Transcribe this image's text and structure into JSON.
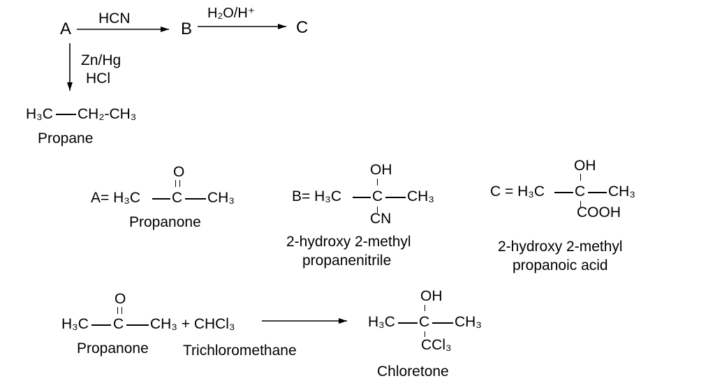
{
  "scheme": {
    "A": "A",
    "B": "B",
    "C": "C",
    "reagent_1": "HCN",
    "reagent_2": "H₂O/H⁺",
    "reagent_3_line1": "Zn/Hg",
    "reagent_3_line2": "HCl",
    "propane_formula": {
      "left": "H₃C",
      "right": "CH₂-CH₃"
    },
    "propane_name": "Propane"
  },
  "compounds": {
    "A": {
      "prefix": "A= H₃C",
      "center": "C",
      "right": "CH₃",
      "top": "O",
      "name": "Propanone"
    },
    "B": {
      "prefix": "B= H₃C",
      "center": "C",
      "right": "CH₃",
      "top": "OH",
      "bottom": "CN",
      "name_line1": "2-hydroxy 2-methyl",
      "name_line2": "propanenitrile"
    },
    "C": {
      "prefix": "C = H₃C",
      "center": "C",
      "right": "CH₃",
      "top": "OH",
      "bottom": "COOH",
      "name_line1": "2-hydroxy 2-methyl",
      "name_line2": "propanoic acid"
    }
  },
  "reaction2": {
    "reactant1": {
      "left": "H₃C",
      "center": "C",
      "right": "CH₃ + CHCl₃",
      "top": "O",
      "name": "Propanone"
    },
    "reactant2_name": "Trichloromethane",
    "product": {
      "left": "H₃C",
      "center": "C",
      "right": "CH₃",
      "top": "OH",
      "bottom": "CCl₃",
      "name": "Chloretone"
    }
  }
}
